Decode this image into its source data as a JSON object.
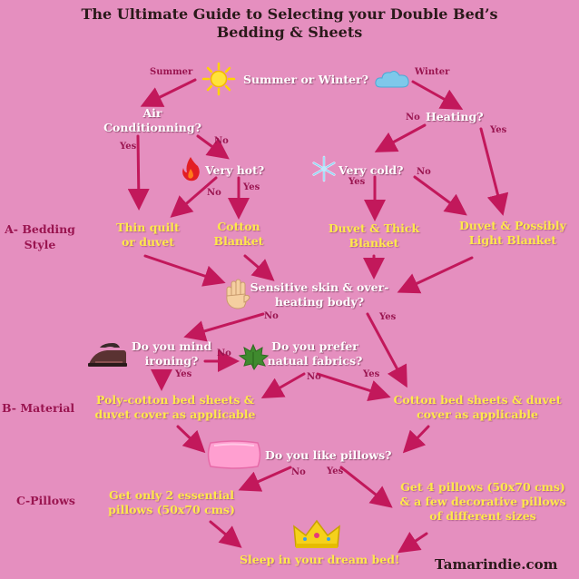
{
  "title": {
    "line1": "The Ultimate Guide to Selecting your Double Bed’s",
    "line2": "Bedding & Sheets"
  },
  "sections": {
    "bedding_line1": "A- Bedding",
    "bedding_line2": "Style",
    "material": "B- Material",
    "pillows": "C-Pillows"
  },
  "questions": {
    "season": "Summer or Winter?",
    "air_line1": "Air",
    "air_line2": "Conditionning?",
    "very_hot": "Very hot?",
    "heating": "Heating?",
    "very_cold": "Very cold?",
    "sensitive_line1": "Sensitive skin & over-",
    "sensitive_line2": "heating body?",
    "ironing_line1": "Do you mind",
    "ironing_line2": "ironing?",
    "natural_line1": "Do you prefer",
    "natural_line2": "natual fabrics?",
    "pillows": "Do you like pillows?"
  },
  "answers": {
    "thin_line1": "Thin quilt",
    "thin_line2": "or duvet",
    "cotton_blanket_line1": "Cotton",
    "cotton_blanket_line2": "Blanket",
    "duvet_thick_line1": "Duvet & Thick",
    "duvet_thick_line2": "Blanket",
    "duvet_light_line1": "Duvet & Possibly",
    "duvet_light_line2": "Light Blanket",
    "polycotton_line1": "Poly-cotton bed sheets &",
    "polycotton_line2": "duvet cover as applicable",
    "cotton_sheets_line1": "Cotton bed sheets & duvet",
    "cotton_sheets_line2": "cover as applicable",
    "two_pillows_line1": "Get only 2 essential",
    "two_pillows_line2": "pillows (50x70 cms)",
    "four_pillows_line1": "Get 4 pillows (50x70 cms)",
    "four_pillows_line2": "& a few decorative pillows",
    "four_pillows_line3": "of different sizes",
    "dream": "Sleep in your dream bed!"
  },
  "labels": {
    "summer": "Summer",
    "winter": "Winter",
    "yes": "Yes",
    "no": "No"
  },
  "brand": "Tamarindie.com",
  "colors": {
    "background": "#e58fbf",
    "arrow": "#c2185b",
    "question_text": "#ffffff",
    "answer_text": "#ffe94a",
    "label_text": "#9a1550"
  },
  "icons": [
    "sun-icon",
    "cloud-icon",
    "fire-icon",
    "snowflake-icon",
    "hand-icon",
    "iron-icon",
    "leaf-icon",
    "pillow-icon",
    "crown-icon"
  ]
}
